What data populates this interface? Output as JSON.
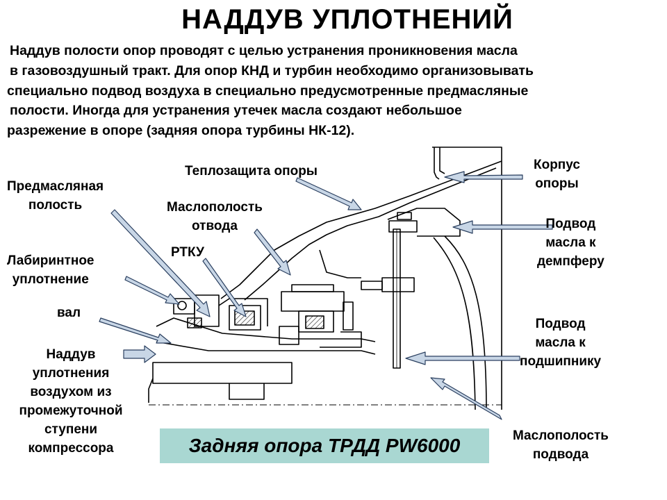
{
  "title": "НАДДУВ УПЛОТНЕНИЙ",
  "intro": [
    "Наддув полости опор  проводят с целью устранения проникновения масла",
    " в газовоздушный тракт. Для опор КНД и турбин необходимо организовывать",
    "специально подвод воздуха в специально предусмотренные предмасляные",
    " полости. Иногда для устранения утечек масла создают небольшое",
    "разрежение в опоре (задняя опора турбины НК-12)."
  ],
  "labels": {
    "teplozashchita": [
      "Теплозащита опоры"
    ],
    "korpus": [
      "Корпус",
      "опоры"
    ],
    "predmaslyanaya": [
      "Предмасляная",
      "полость"
    ],
    "maslopolost_otvoda": [
      "Маслополость",
      "отвода"
    ],
    "podvod_dempfer": [
      "Подвод",
      "масла к",
      "демпферу"
    ],
    "rtku": [
      "РТКУ"
    ],
    "labirint": [
      "Лабиринтное",
      "уплотнение"
    ],
    "val": [
      "вал"
    ],
    "podvod_podshipnik": [
      "Подвод",
      "масла к",
      "подшипнику"
    ],
    "nadduv": [
      "Наддув",
      "уплотнения",
      "воздухом из",
      "промежуточной",
      "ступени",
      "компрессора"
    ],
    "maslopolost_podvoda": [
      "Маслополость",
      "подвода"
    ]
  },
  "caption": "Задняя опора ТРДД PW6000",
  "colors": {
    "arrow_fill": "#c8d6e6",
    "arrow_stroke": "#2a3f5f",
    "caption_bg": "#a9d7d2",
    "drawing_line": "#000000"
  }
}
